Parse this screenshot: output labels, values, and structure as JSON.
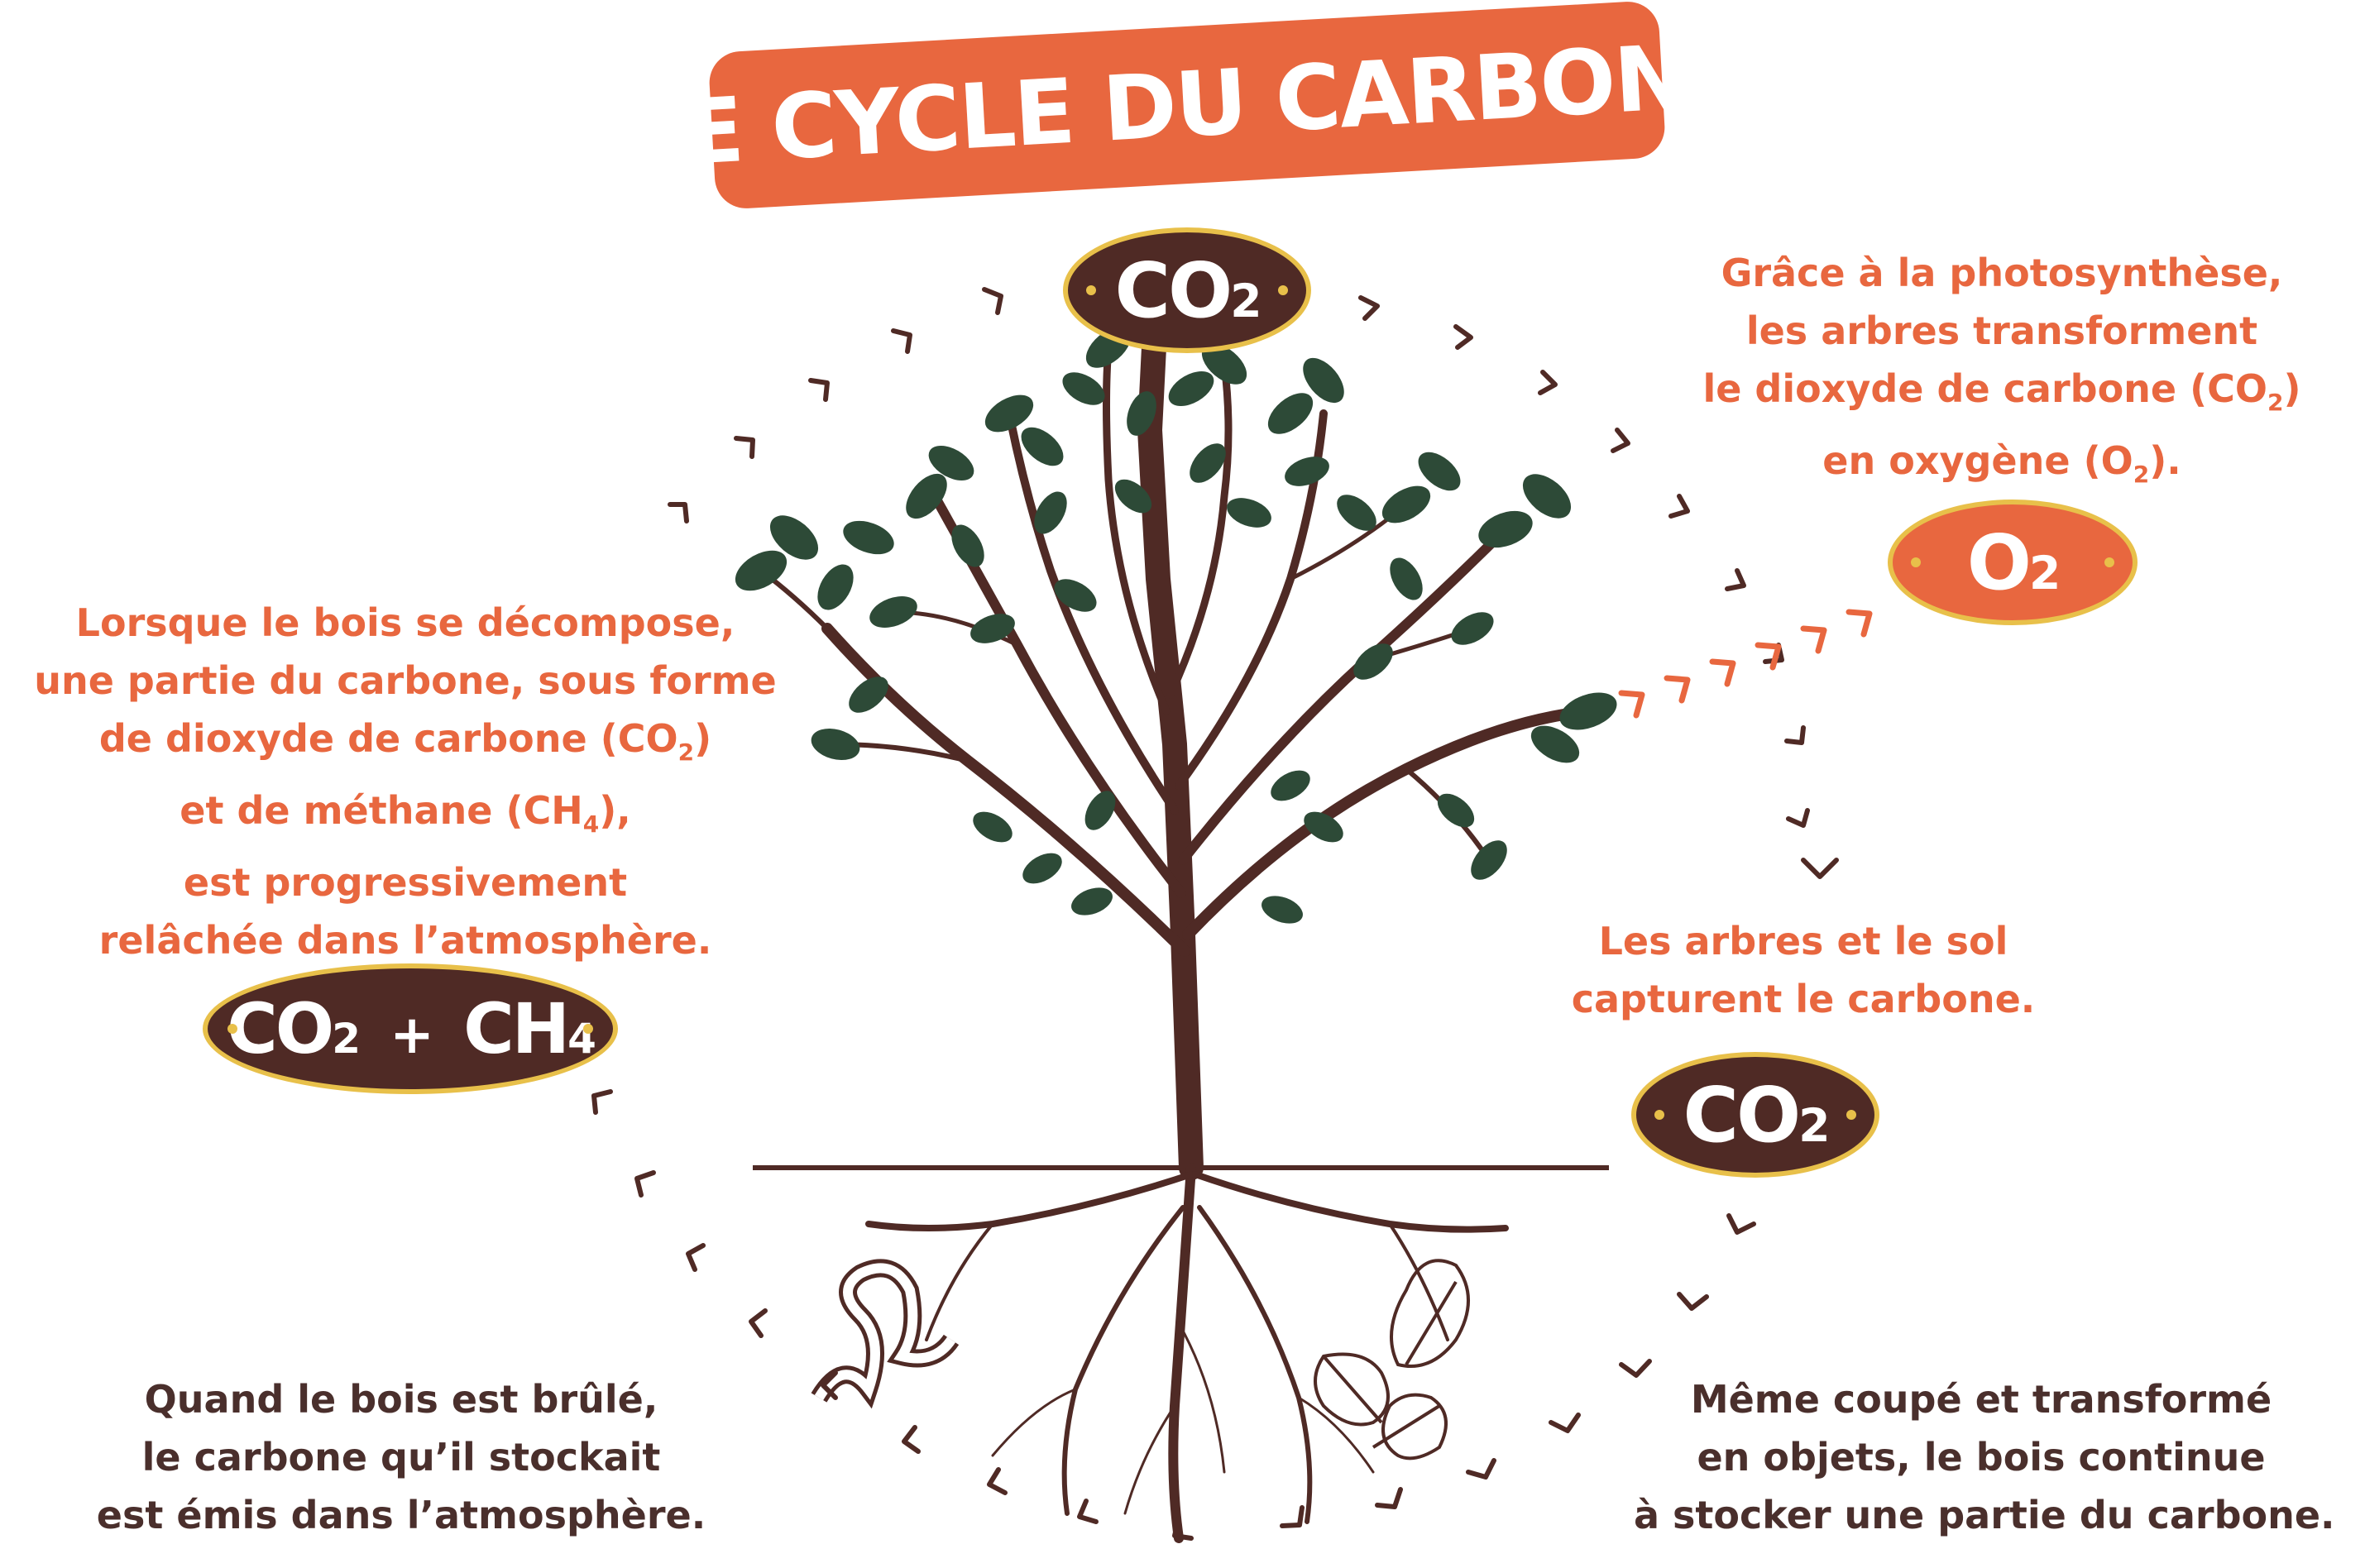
{
  "title": "LE CYCLE DU CARBONE",
  "badges": {
    "top": {
      "main": "CO",
      "sub": "2"
    },
    "oxygen": {
      "main": "O",
      "sub": "2"
    },
    "soil": {
      "main": "CO",
      "sub": "2"
    },
    "decomp": {
      "main1": "CO",
      "sub1": "2",
      "plus": "+",
      "main2": "CH",
      "sub2": "4"
    }
  },
  "notes": {
    "photosynthesis": {
      "l1": "Grâce à la photosynthèse,",
      "l2": "les arbres transforment",
      "l3a": "le dioxyde de carbone (CO",
      "l3sub": "2",
      "l3b": ")",
      "l4a": "en oxygène (O",
      "l4sub": "2",
      "l4b": ")."
    },
    "decomposition": {
      "l1": "Lorsque le bois se décompose,",
      "l2": "une partie du carbone, sous forme",
      "l3a": "de dioxyde de carbone (CO",
      "l3sub": "2",
      "l3b": ")",
      "l4a": "et de méthane (CH",
      "l4sub": "4",
      "l4b": "),",
      "l5": "est progressivement",
      "l6": "relâchée dans l’atmosphère."
    },
    "capture": {
      "l1": "Les arbres et le sol",
      "l2": "capturent le carbone."
    },
    "burning": {
      "l1": "Quand le bois est brûlé,",
      "l2": "le carbone qu’il stockait",
      "l3": "est émis dans l’atmosphère."
    },
    "storage": {
      "l1": "Même coupé et transformé",
      "l2": "en objets, le bois continue",
      "l3": "à stocker une partie du carbone."
    }
  },
  "colors": {
    "accent": "#e8673f",
    "brown": "#4f2a25",
    "text_brown": "#4a2f2c",
    "leaf": "#2d4a37",
    "badge_border": "#e8c04a"
  },
  "icons": [
    "tree-icon",
    "roots-icon",
    "worm-icon",
    "oak-leaves-icon",
    "chevron-arrow-icon"
  ]
}
